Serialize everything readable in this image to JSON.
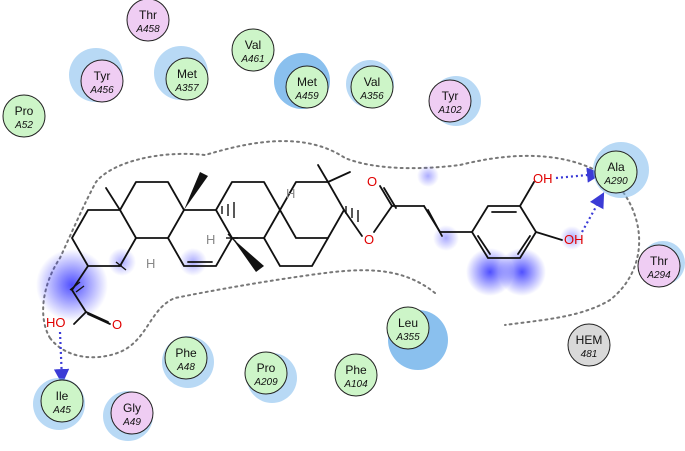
{
  "colors": {
    "green_residue": "#cdf5c8",
    "purple_residue": "#efcdf3",
    "grey_residue": "#d9d9d9",
    "halo": "#7db9ec",
    "hbond": "#3b3bd6",
    "oxygen": "#e00000",
    "bond": "#111111",
    "pocket": "#777777"
  },
  "residues": [
    {
      "name": "Thr",
      "number": "A458",
      "type": "purple"
    },
    {
      "name": "Val",
      "number": "A461",
      "type": "green"
    },
    {
      "name": "Tyr",
      "number": "A456",
      "type": "purple"
    },
    {
      "name": "Met",
      "number": "A357",
      "type": "green"
    },
    {
      "name": "Met",
      "number": "A459",
      "type": "green"
    },
    {
      "name": "Val",
      "number": "A356",
      "type": "green"
    },
    {
      "name": "Tyr",
      "number": "A102",
      "type": "purple"
    },
    {
      "name": "Pro",
      "number": "A52",
      "type": "green"
    },
    {
      "name": "Ala",
      "number": "A290",
      "type": "green"
    },
    {
      "name": "Thr",
      "number": "A294",
      "type": "purple"
    },
    {
      "name": "Leu",
      "number": "A355",
      "type": "green"
    },
    {
      "name": "HEM",
      "number": "481",
      "type": "grey"
    },
    {
      "name": "Phe",
      "number": "A48",
      "type": "green"
    },
    {
      "name": "Pro",
      "number": "A209",
      "type": "green"
    },
    {
      "name": "Phe",
      "number": "A104",
      "type": "green"
    },
    {
      "name": "Ile",
      "number": "A45",
      "type": "green"
    },
    {
      "name": "Gly",
      "number": "A49",
      "type": "purple"
    }
  ],
  "atoms": {
    "o_carbonyl": "O",
    "o_ester": "O",
    "oh_upper": "OH",
    "oh_lower": "OH",
    "ho_acid": "HO",
    "o_acid": "O",
    "h_1": "H",
    "h_2": "H",
    "h_3": "H"
  }
}
